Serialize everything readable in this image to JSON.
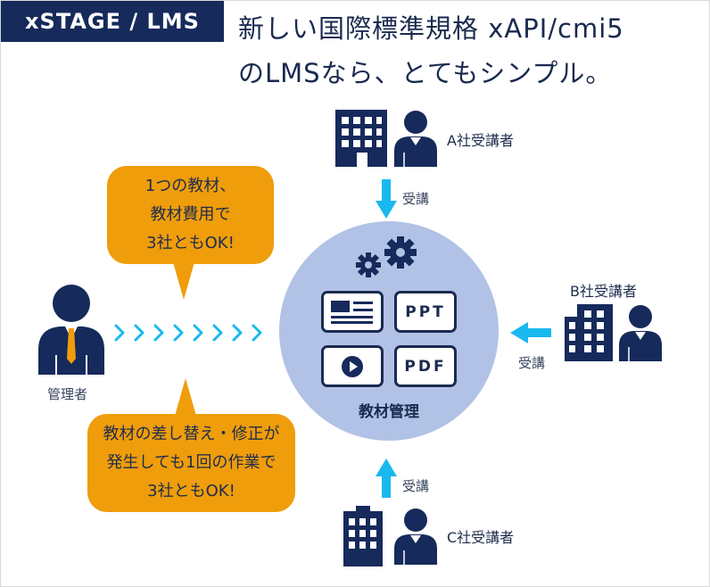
{
  "badge": "xSTAGE / LMS",
  "headline": {
    "line1": "新しい国際標準規格 xAPI/cmi5",
    "line2": "のLMSなら、とてもシンプル。"
  },
  "bubble_top": [
    "1つの教材、",
    "教材費用で",
    "3社ともOK!"
  ],
  "bubble_bottom": [
    "教材の差し替え・修正が",
    "発生しても1回の作業で",
    "3社ともOK!"
  ],
  "admin_label": "管理者",
  "center": {
    "label": "教材管理",
    "tiles": [
      "PPT",
      "PDF"
    ]
  },
  "companies": {
    "a": "A社受講者",
    "b": "B社受講者",
    "c": "C社受講者"
  },
  "arrow_label": "受講",
  "colors": {
    "navy": "#162a5b",
    "orange": "#ef9d0b",
    "circle": "#b1c2e6",
    "cyan": "#19b8ef"
  },
  "icons": [
    "building-icon",
    "person-icon",
    "gear-icon",
    "document-icon",
    "video-play-icon",
    "arrow-icon",
    "chevron-icon"
  ]
}
